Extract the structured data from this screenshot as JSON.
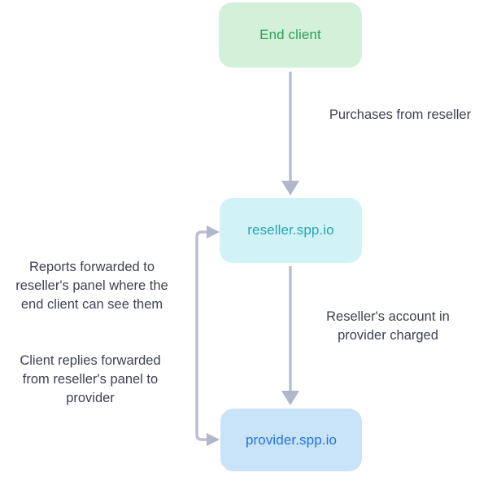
{
  "diagram": {
    "type": "flow-diagram",
    "nodes": {
      "end_client": {
        "label": "End client",
        "bg_color": "#d3f1d8",
        "text_color": "#2f9f59"
      },
      "reseller": {
        "label": "reseller.spp.io",
        "bg_color": "#d2f3f6",
        "text_color": "#29a4b5"
      },
      "provider": {
        "label": "provider.spp.io",
        "bg_color": "#c9e3f8",
        "text_color": "#2274df"
      }
    },
    "edges": {
      "purchases": {
        "from": "end_client",
        "to": "reseller",
        "direction": "down",
        "lines": [
          "Purchases from reseller"
        ]
      },
      "charged": {
        "from": "reseller",
        "to": "provider",
        "direction": "down",
        "lines": [
          "Reseller's account in",
          "provider charged"
        ]
      },
      "reports": {
        "from": "provider",
        "to": "reseller",
        "direction": "loop-left-bidirectional",
        "lines": [
          "Reports forwarded to",
          "reseller's panel where the",
          "end client can see them"
        ]
      },
      "replies": {
        "from": "reseller",
        "to": "provider",
        "direction": "loop-left-bidirectional",
        "lines": [
          "Client replies forwarded",
          "from reseller's panel to",
          "provider"
        ]
      }
    },
    "colors": {
      "background": "#ffffff",
      "arrow_line": "#bcbfd2",
      "arrow_head": "#b2b6c9",
      "label_text": "#3e4252"
    }
  }
}
